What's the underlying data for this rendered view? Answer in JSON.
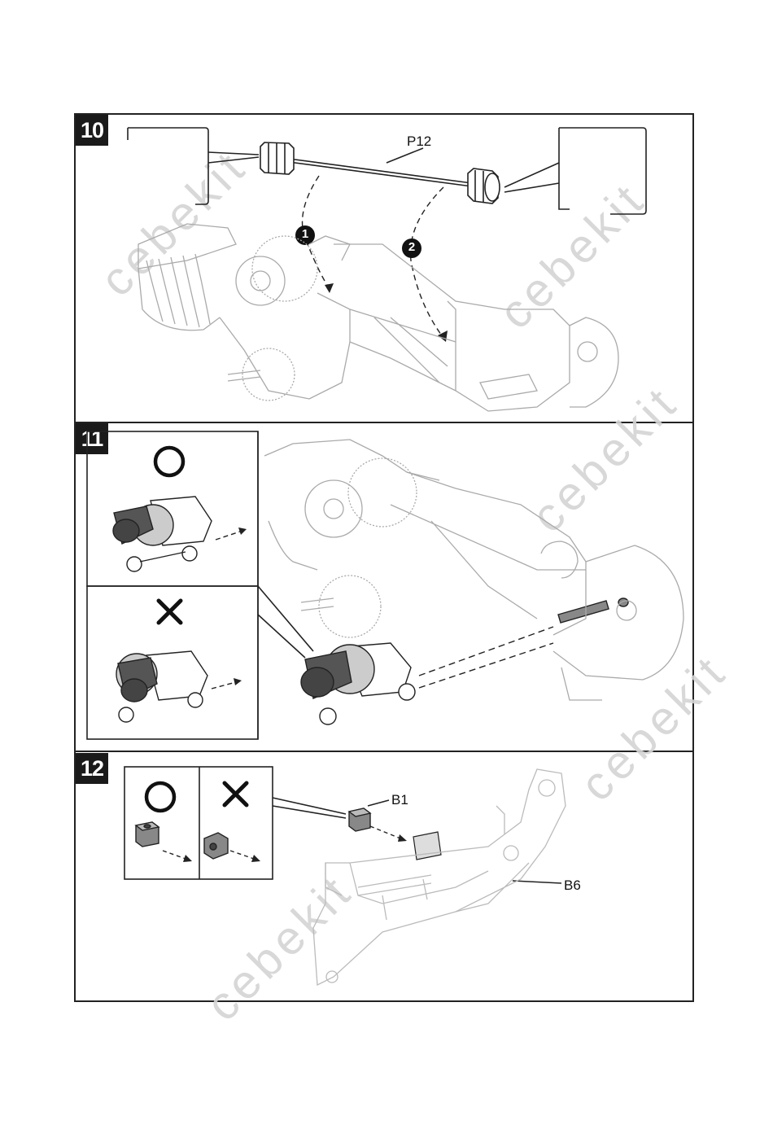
{
  "steps": [
    {
      "number": "10"
    },
    {
      "number": "11"
    },
    {
      "number": "12"
    }
  ],
  "labels": {
    "p12": "P12",
    "b1": "B1",
    "b6": "B6",
    "callout_1": "1",
    "callout_2": "2"
  },
  "marks": {
    "correct": "correct-circle-icon",
    "incorrect": "incorrect-cross-icon"
  },
  "watermark": "cebekit"
}
